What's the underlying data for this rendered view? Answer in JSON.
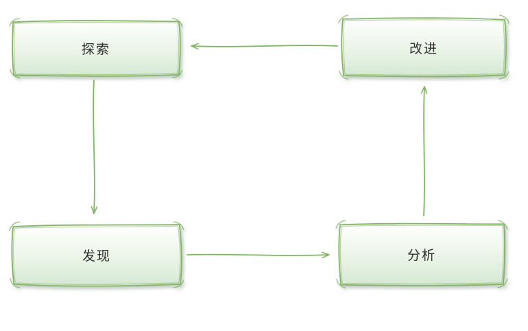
{
  "diagram": {
    "title": "",
    "nodes": [
      {
        "id": "explore",
        "label": "探索"
      },
      {
        "id": "improve",
        "label": "改进"
      },
      {
        "id": "discover",
        "label": "发现"
      },
      {
        "id": "analyze",
        "label": "分析"
      }
    ],
    "edges": [
      {
        "from": "improve",
        "to": "explore"
      },
      {
        "from": "explore",
        "to": "discover"
      },
      {
        "from": "discover",
        "to": "analyze"
      },
      {
        "from": "analyze",
        "to": "improve"
      }
    ],
    "colors": {
      "node_border": "#82b366",
      "node_fill_top": "#ffffff",
      "node_fill_bottom": "#d5e8d4",
      "edge_stroke": "#82b366",
      "label_text": "#2e2e2e",
      "shadow": "#9eb89e"
    },
    "style": "hand-drawn-sketch"
  }
}
